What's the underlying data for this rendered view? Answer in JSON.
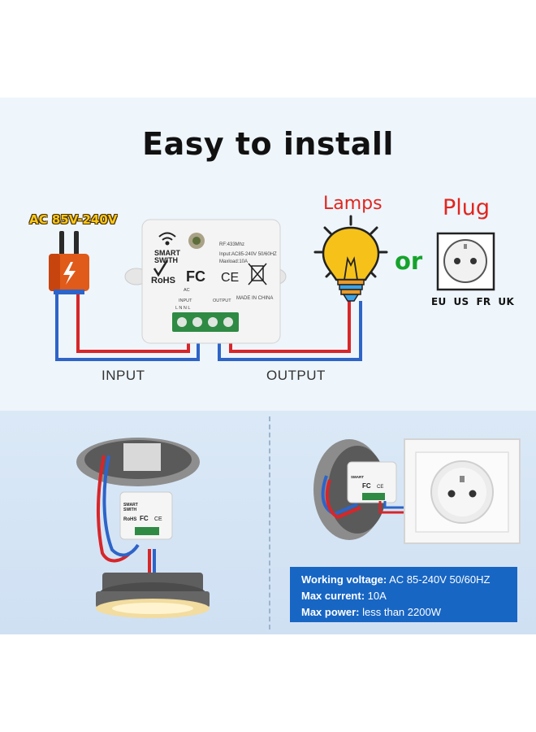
{
  "title": "Easy to install",
  "watermark": "",
  "power_label": "AC 85V-240V",
  "lamps_label": "Lamps",
  "plug_label": "Plug",
  "or_label": "or",
  "plug_standards": "EU  US  FR  UK",
  "input_label": "INPUT",
  "output_label": "OUTPUT",
  "device": {
    "brand_line1": "SMART",
    "brand_line2": "SWITH",
    "rf": "RF:433Mhz",
    "input_spec": "Input:AC85-240V 50/60HZ",
    "maxload": "Maxload:10A",
    "rohs": "RoHS",
    "fc": "FC",
    "ce": "CE",
    "ac": "AC",
    "input_small": "INPUT",
    "output_small": "OUTPUT",
    "made_in": "MADE IN CHINA",
    "terminals": "L    N    N    L"
  },
  "specs": [
    {
      "key": "Working voltage:",
      "value": " AC 85-240V 50/60HZ"
    },
    {
      "key": "Max current:",
      "value": " 10A"
    },
    {
      "key": "Max power:",
      "value": " less than 2200W"
    }
  ],
  "colors": {
    "wire_red": "#d7262a",
    "wire_blue": "#2e64c8",
    "terminal_green": "#2f8a44",
    "lamp_yellow": "#f6c21a",
    "spec_blue": "#1866c4",
    "accent_red": "#e0261f",
    "accent_green": "#15a32b"
  },
  "icons": [
    "power-plug-icon",
    "bolt-icon",
    "wifi-icon",
    "bulb-icon",
    "socket-icon",
    "ceiling-light-icon",
    "wall-socket-icon"
  ]
}
